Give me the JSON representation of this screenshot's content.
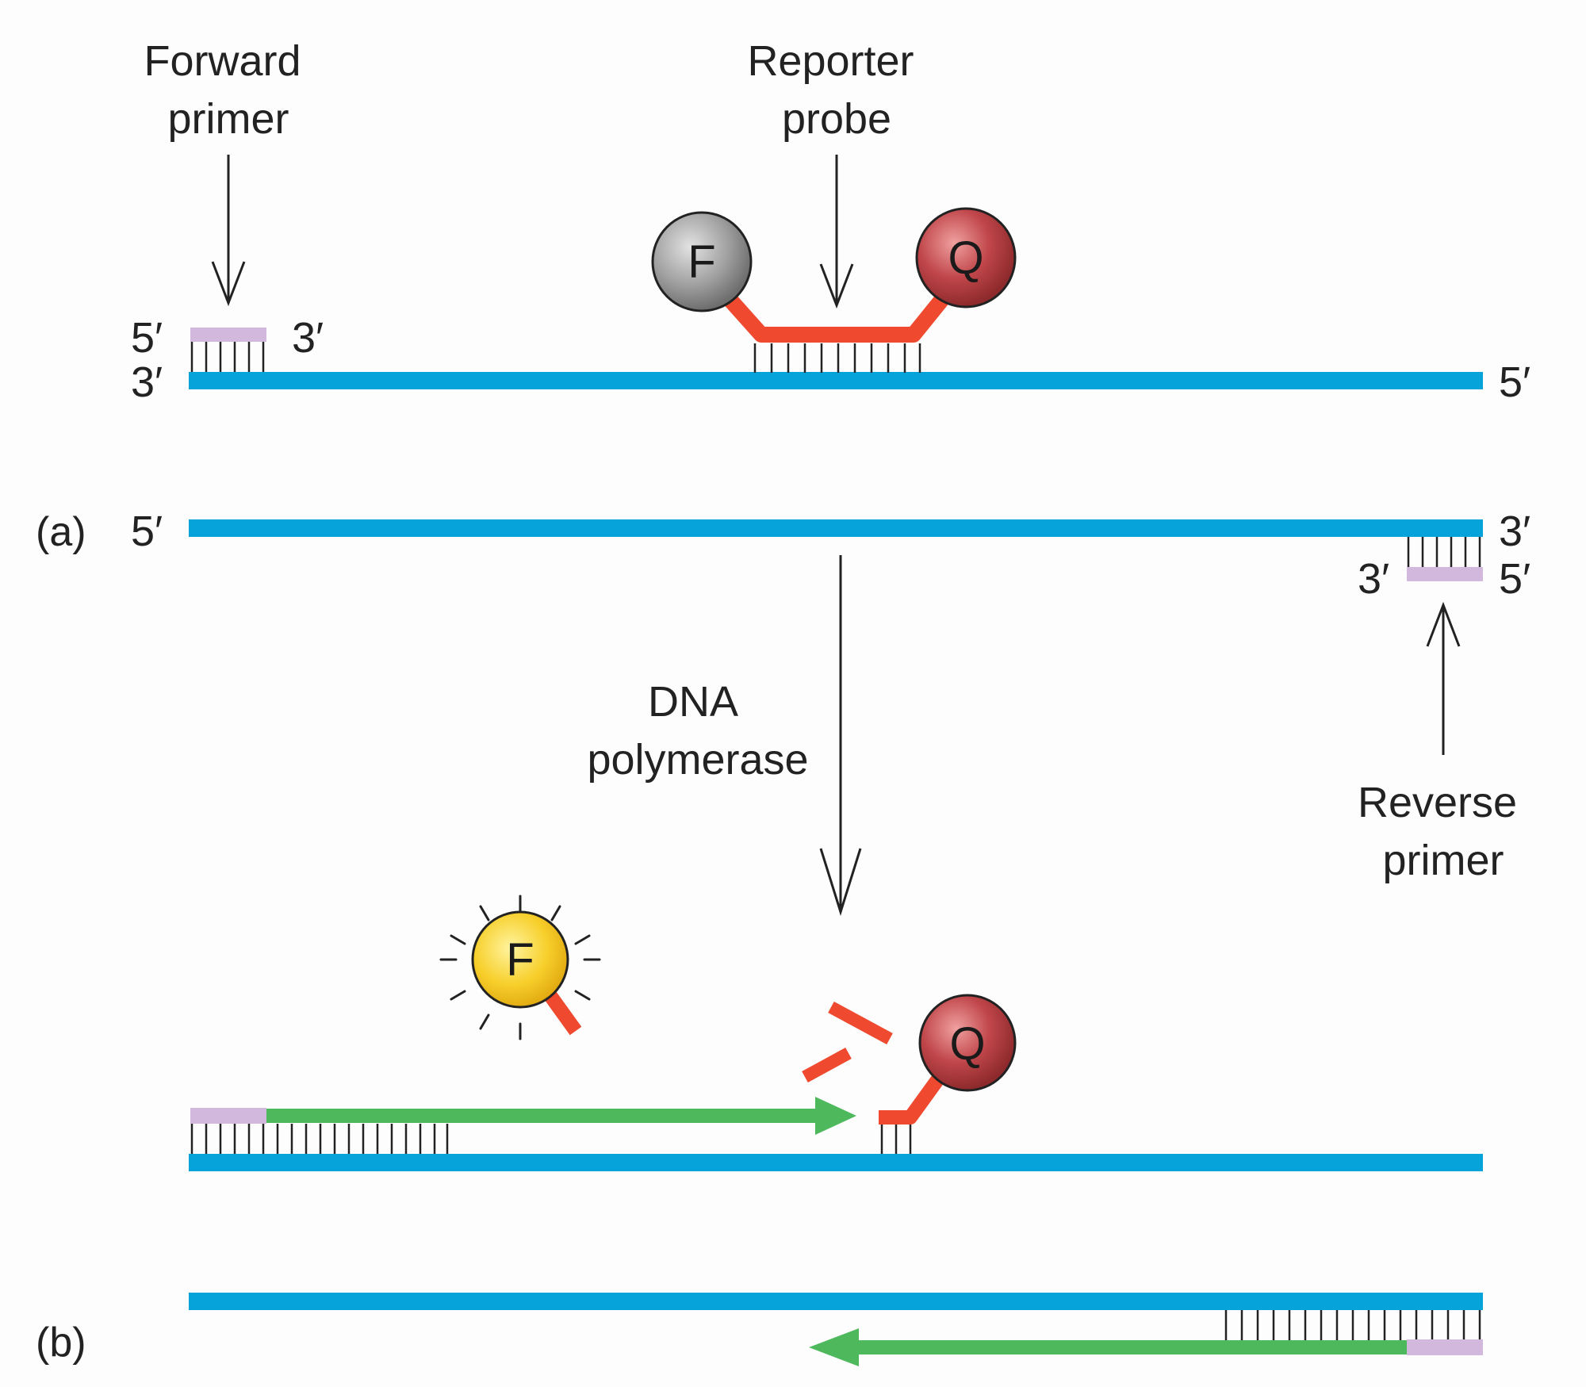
{
  "labels": {
    "forward_primer": [
      "Forward",
      "primer"
    ],
    "reporter_probe": [
      "Reporter",
      "probe"
    ],
    "dna_polymerase": [
      "DNA",
      "polymerase"
    ],
    "reverse_primer": [
      "Reverse",
      "primer"
    ],
    "panel_a": "(a)",
    "panel_b": "(b)",
    "prime5": "5′",
    "prime3": "3′"
  },
  "fluorophore": "F",
  "quencher": "Q",
  "colors": {
    "dna_strand": "#05a3d9",
    "primer": "#d2b8dc",
    "probe": "#ef4a2f",
    "new_strand": "#4db85c",
    "fluor_quenched": "#9a9a9a",
    "fluor_active": "#f5c518",
    "quencher": "#b8393b"
  }
}
